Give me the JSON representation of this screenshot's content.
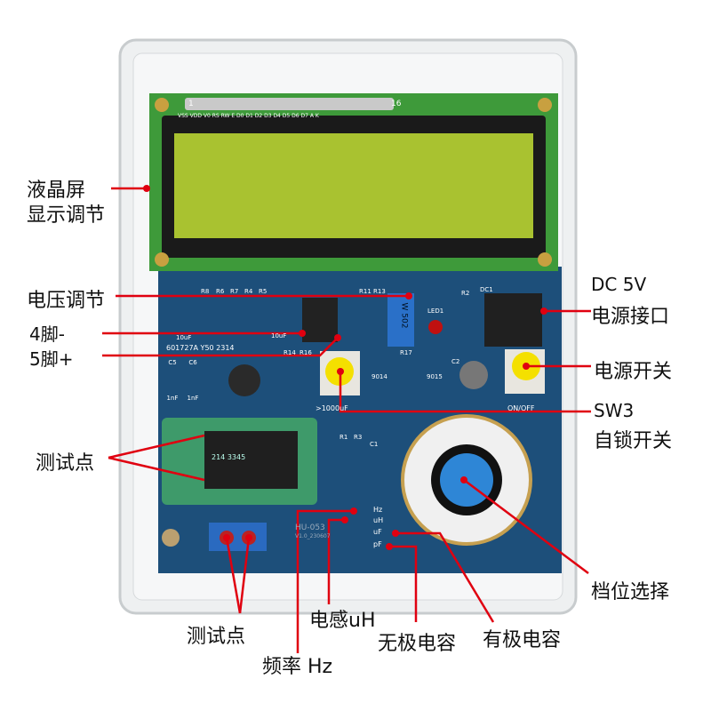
{
  "device": {
    "lcd_pin_first": "1",
    "lcd_pin_last": "16",
    "lcd_pin_labels": "VSS VDD V0 RS RW E D0 D1 D2 D3 D4 D5 D6 D7 A K",
    "pcb_model": "HU-053",
    "pcb_version": "V1.0_230607",
    "pot_label": "W 502",
    "led_label": "LED1",
    "dc_label": "DC1",
    "button_label_left": ">1000uF",
    "button_label_right": "ON/OFF",
    "chip_code": "601727A Y50 2314",
    "resistors": [
      "R8",
      "R6",
      "R7",
      "R4",
      "R5",
      "R11",
      "R13",
      "R2",
      "R14",
      "R16",
      "R17",
      "R1",
      "R3"
    ],
    "caps": [
      "C5 1nF",
      "C6 1nF",
      "10uF",
      "10uF",
      "C1",
      "C2"
    ],
    "transistors": [
      "9014",
      "9015"
    ],
    "mode_marks": [
      "Hz",
      "uH",
      "uF",
      "pF"
    ],
    "socket_label": "214 3345"
  },
  "annotations": {
    "lcd_adjust_1": "液晶屏",
    "lcd_adjust_2": "显示调节",
    "voltage_adjust": "电压调节",
    "pin4": "4脚-",
    "pin5": "5脚+",
    "dc_1": "DC 5V",
    "dc_2": "电源接口",
    "power_switch": "电源开关",
    "sw3_1": "SW3",
    "sw3_2": "自锁开关",
    "test_point_left": "测试点",
    "range_select": "档位选择",
    "test_point_bottom": "测试点",
    "inductance": "电感uH",
    "frequency": "频率 Hz",
    "nonpolar_cap": "无极电容",
    "polar_cap": "有极电容"
  },
  "colors": {
    "annotation": "#e00010",
    "pcb": "#1d4f7a",
    "lcd_screen": "#a9c230",
    "lcd_board": "#3e9a3a",
    "button": "#f4e000"
  }
}
